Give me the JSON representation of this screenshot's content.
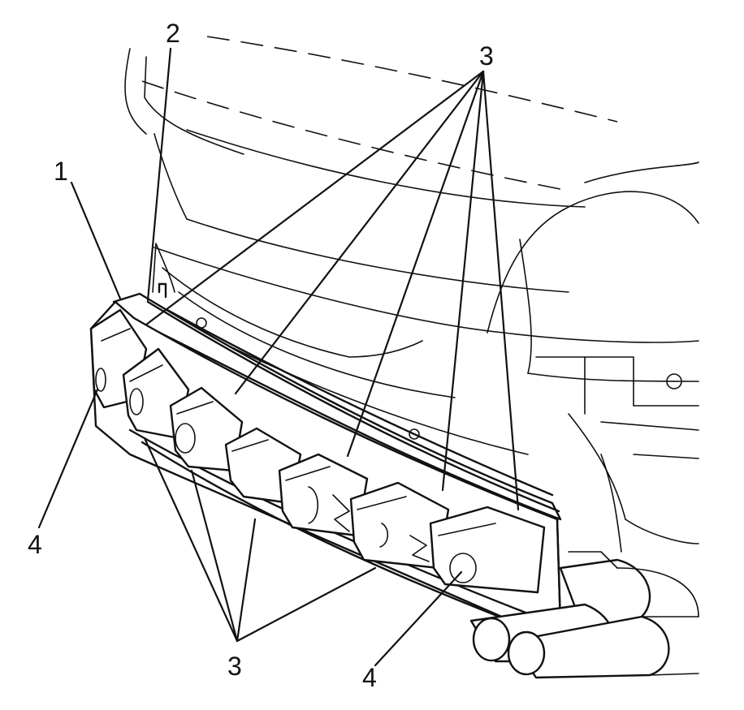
{
  "diagram": {
    "callouts": [
      {
        "id": "1",
        "text": "1"
      },
      {
        "id": "2",
        "text": "2"
      },
      {
        "id": "3a",
        "text": "3"
      },
      {
        "id": "3b",
        "text": "3"
      },
      {
        "id": "4a",
        "text": "4"
      },
      {
        "id": "4b",
        "text": "4"
      }
    ]
  }
}
